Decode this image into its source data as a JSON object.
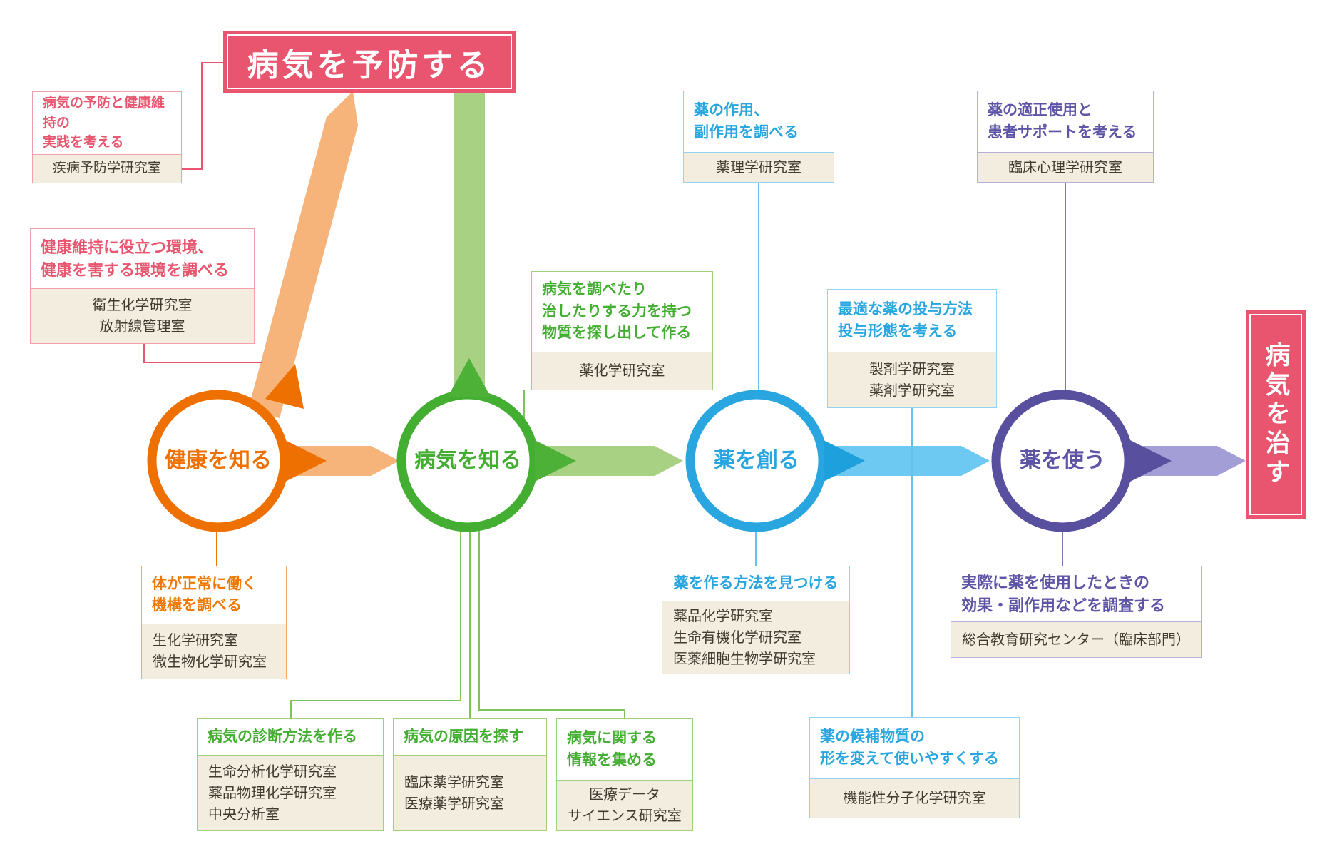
{
  "top_banner": {
    "label": "病気を予防する"
  },
  "right_banner": {
    "label": "病気を治す"
  },
  "circles": [
    {
      "id": "know-health",
      "label": "健康を知る",
      "color": "#ed7000"
    },
    {
      "id": "know-disease",
      "label": "病気を知る",
      "color": "#43ae32"
    },
    {
      "id": "create-drugs",
      "label": "薬を創る",
      "color": "#29a6e0"
    },
    {
      "id": "use-drugs",
      "label": "薬を使う",
      "color": "#584f9f"
    }
  ],
  "boxes": [
    {
      "id": "disease-prevention",
      "title": [
        "病気の予防と健康維持の",
        "実践を考える"
      ],
      "labs": [
        "疾病予防学研究室"
      ]
    },
    {
      "id": "environment-health",
      "title": [
        "健康維持に役立つ環境、",
        "健康を害する環境を調べる"
      ],
      "labs": [
        "衛生化学研究室",
        "放射線管理室"
      ]
    },
    {
      "id": "pharmacology",
      "title": [
        "薬の作用、",
        "副作用を調べる"
      ],
      "labs": [
        "薬理学研究室"
      ]
    },
    {
      "id": "clinical-psychology",
      "title": [
        "薬の適正使用と",
        "患者サポートを考える"
      ],
      "labs": [
        "臨床心理学研究室"
      ]
    },
    {
      "id": "medicinal-chemistry",
      "title": [
        "病気を調べたり",
        "治したりする力を持つ",
        "物質を探し出して作る"
      ],
      "labs": [
        "薬化学研究室"
      ]
    },
    {
      "id": "formulation",
      "title": [
        "最適な薬の投与方法",
        "投与形態を考える"
      ],
      "labs": [
        "製剤学研究室",
        "薬剤学研究室"
      ]
    },
    {
      "id": "body-mechanism",
      "title": [
        "体が正常に働く",
        "機構を調べる"
      ],
      "labs": [
        "生化学研究室",
        "微生物化学研究室"
      ]
    },
    {
      "id": "drug-synthesis",
      "title": [
        "薬を作る方法を見つける"
      ],
      "labs": [
        "薬品化学研究室",
        "生命有機化学研究室",
        "医薬細胞生物学研究室"
      ]
    },
    {
      "id": "drug-effect-survey",
      "title": [
        "実際に薬を使用したときの",
        "効果・副作用などを調査する"
      ],
      "labs": [
        "総合教育研究センター（臨床部門）"
      ]
    },
    {
      "id": "diagnosis-methods",
      "title": [
        "病気の診断方法を作る"
      ],
      "labs": [
        "生命分析化学研究室",
        "薬品物理化学研究室",
        "中央分析室"
      ]
    },
    {
      "id": "disease-cause",
      "title": [
        "病気の原因を探す"
      ],
      "labs": [
        "臨床薬学研究室",
        "医療薬学研究室"
      ]
    },
    {
      "id": "disease-info",
      "title": [
        "病気に関する",
        "情報を集める"
      ],
      "labs": [
        "医療データ",
        "サイエンス研究室"
      ]
    },
    {
      "id": "candidate-modification",
      "title": [
        "薬の候補物質の",
        "形を変えて使いやすくする"
      ],
      "labs": [
        "機能性分子化学研究室"
      ]
    }
  ],
  "colors": {
    "pink": "#e9546e",
    "orange": "#ed7000",
    "orange_light": "#f6b37a",
    "green": "#43ae32",
    "green_light": "#a8d183",
    "blue": "#29a6e0",
    "blue_light": "#6ec9f2",
    "purple": "#584f9f",
    "purple_light": "#a49ed6",
    "beige": "#f2eddf"
  }
}
